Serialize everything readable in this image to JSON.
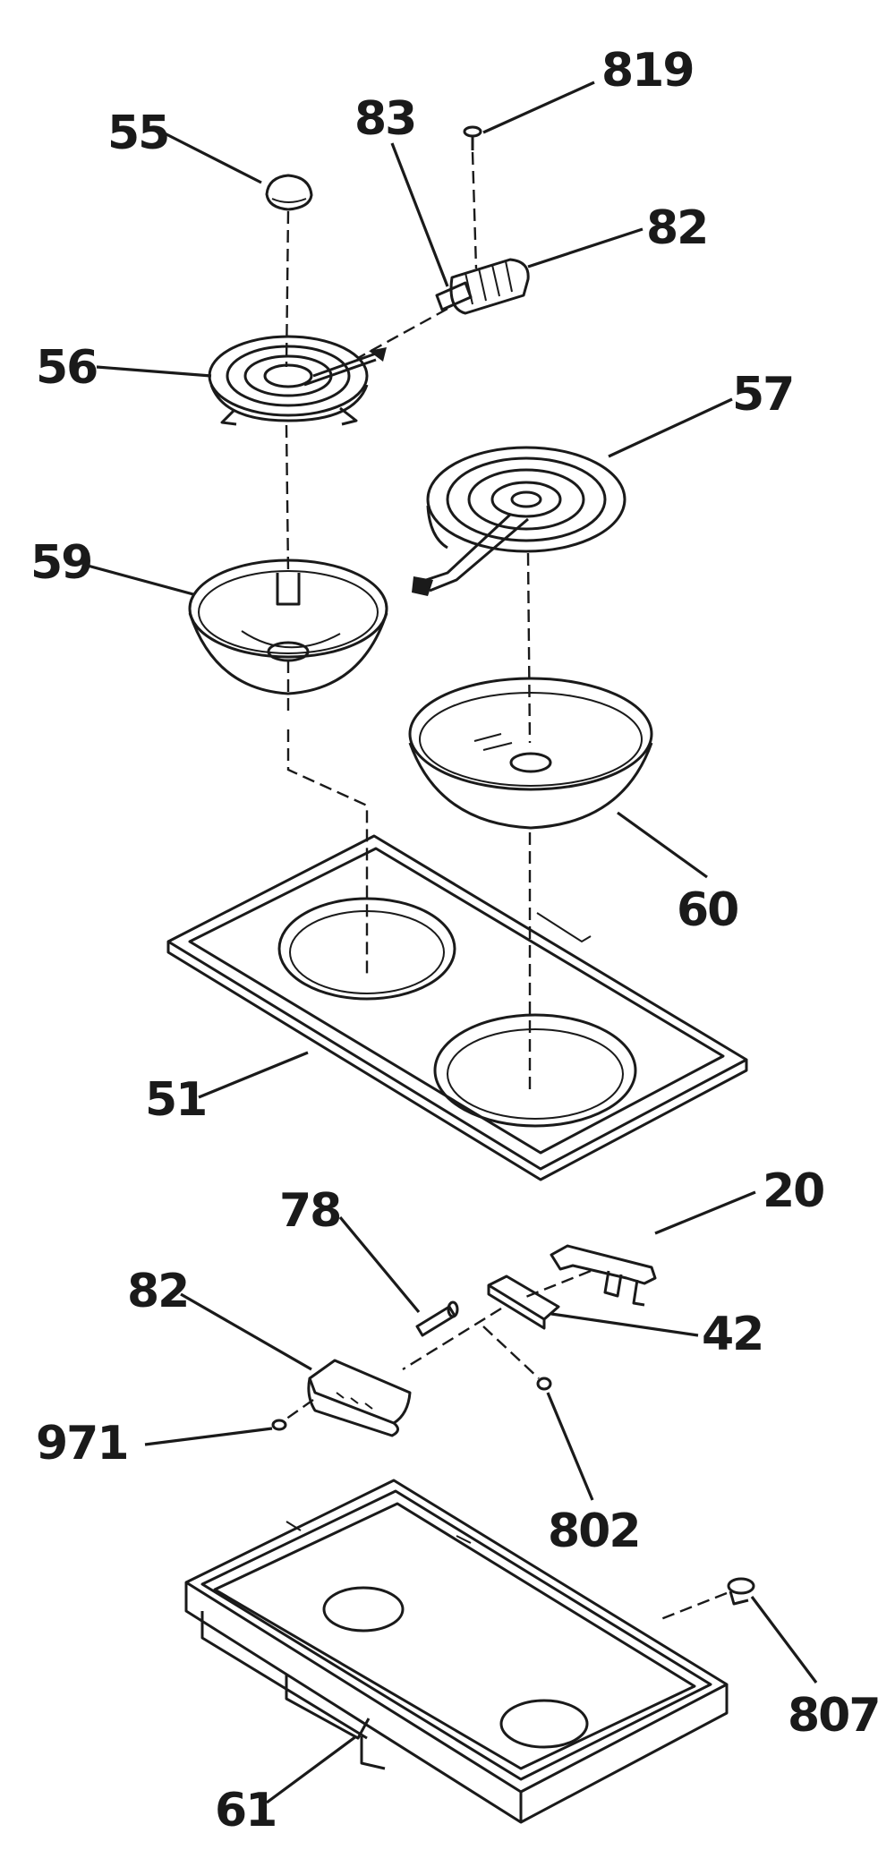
{
  "callouts": [
    {
      "id": "p55",
      "text": "55"
    },
    {
      "id": "p83",
      "text": "83"
    },
    {
      "id": "p819",
      "text": "819"
    },
    {
      "id": "p82a",
      "text": "82"
    },
    {
      "id": "p56",
      "text": "56"
    },
    {
      "id": "p57",
      "text": "57"
    },
    {
      "id": "p59",
      "text": "59"
    },
    {
      "id": "p60",
      "text": "60"
    },
    {
      "id": "p51",
      "text": "51"
    },
    {
      "id": "p20",
      "text": "20"
    },
    {
      "id": "p78",
      "text": "78"
    },
    {
      "id": "p82b",
      "text": "82"
    },
    {
      "id": "p42",
      "text": "42"
    },
    {
      "id": "p971",
      "text": "971"
    },
    {
      "id": "p802",
      "text": "802"
    },
    {
      "id": "p807",
      "text": "807"
    },
    {
      "id": "p61",
      "text": "61"
    }
  ]
}
